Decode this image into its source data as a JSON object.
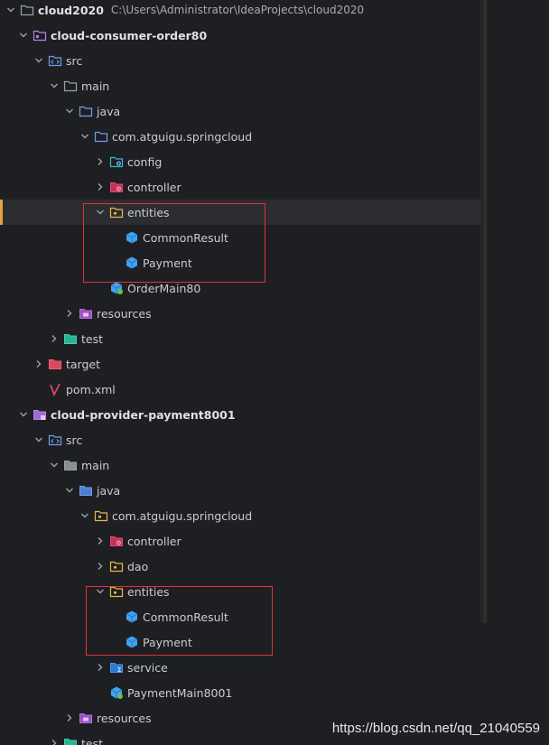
{
  "project": {
    "root": {
      "label": "cloud2020",
      "path": "C:\\Users\\Administrator\\IdeaProjects\\cloud2020"
    },
    "modules": [
      {
        "name": "cloud-consumer-order80",
        "items": {
          "src": "src",
          "main": "main",
          "java": "java",
          "package": "com.atguigu.springcloud",
          "config": "config",
          "controller": "controller",
          "entities": "entities",
          "common_result": "CommonResult",
          "payment": "Payment",
          "main_class": "OrderMain80",
          "resources": "resources",
          "test": "test",
          "target": "target",
          "pom": "pom.xml"
        }
      },
      {
        "name": "cloud-provider-payment8001",
        "items": {
          "src": "src",
          "main": "main",
          "java": "java",
          "package": "com.atguigu.springcloud",
          "controller": "controller",
          "dao": "dao",
          "entities": "entities",
          "common_result": "CommonResult",
          "payment": "Payment",
          "service": "service",
          "main_class": "PaymentMain8001",
          "resources": "resources",
          "test": "test"
        }
      }
    ]
  },
  "watermark": "https://blog.csdn.net/qq_21040559",
  "colors": {
    "background": "#1e1f22",
    "selected_row": "#2b2d30",
    "highlight_box": "#d9363e",
    "selection_marker": "#e8a33d"
  }
}
